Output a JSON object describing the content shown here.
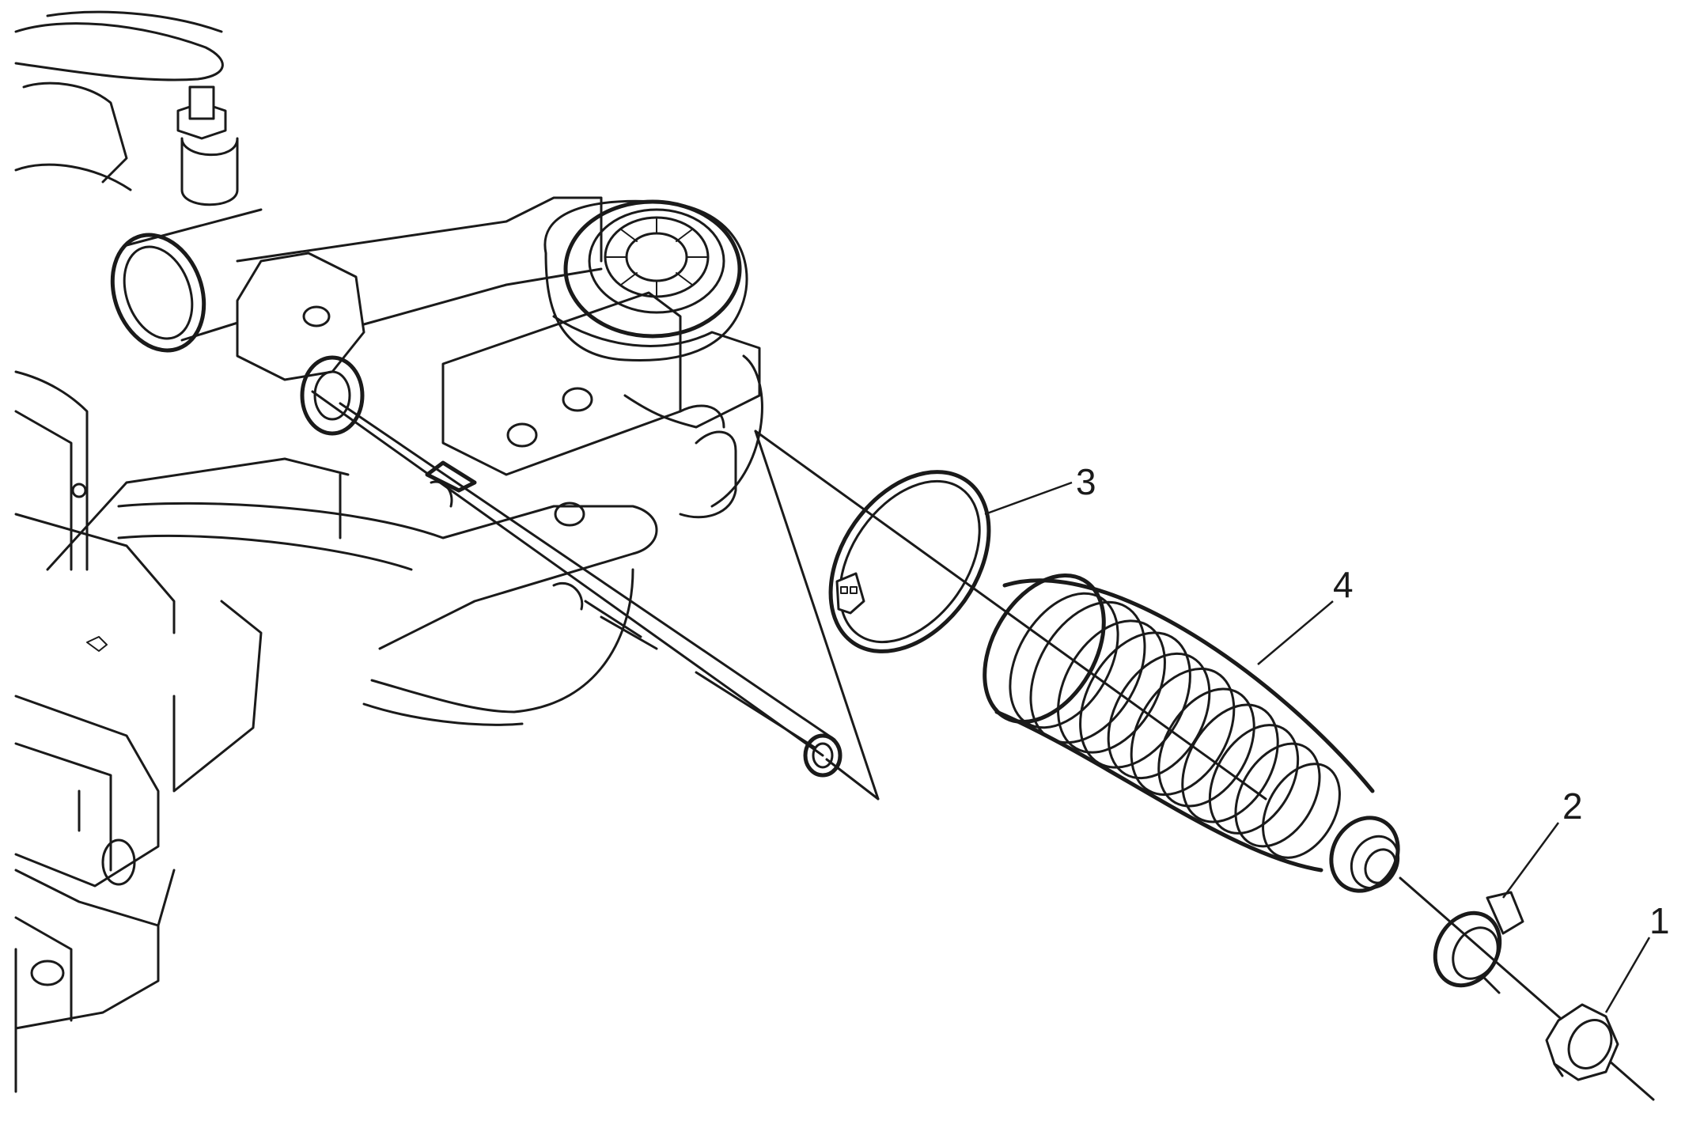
{
  "callouts": [
    {
      "id": "1",
      "label": "1",
      "part": "nut"
    },
    {
      "id": "2",
      "label": "2",
      "part": "clamp"
    },
    {
      "id": "3",
      "label": "3",
      "part": "clamp"
    },
    {
      "id": "4",
      "label": "4",
      "part": "boot"
    }
  ],
  "colors": {
    "line": "#1a1a1a",
    "background": "#ffffff"
  }
}
